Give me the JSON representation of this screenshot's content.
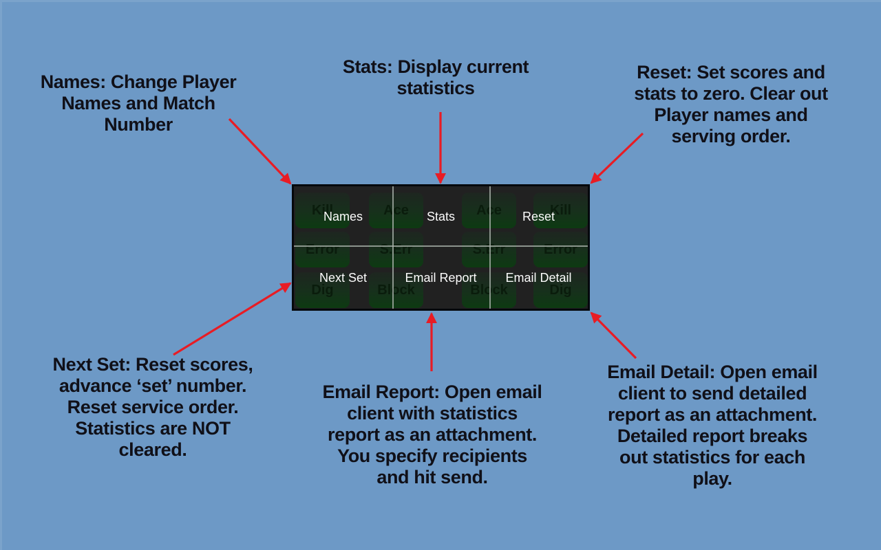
{
  "colors": {
    "background": "#6d99c6",
    "arrow_red": "#e81c24",
    "annotation_text": "#101018",
    "panel_background": "#212121",
    "panel_border": "#05080c",
    "divider": "#a9b2aa",
    "menu_label": "#fcfcfc",
    "ghost_button_text": "#0a1c0c"
  },
  "menu": {
    "items": [
      {
        "id": "names",
        "label": "Names"
      },
      {
        "id": "stats",
        "label": "Stats"
      },
      {
        "id": "reset",
        "label": "Reset"
      },
      {
        "id": "next_set",
        "label": "Next Set"
      },
      {
        "id": "email_report",
        "label": "Email Report"
      },
      {
        "id": "email_detail",
        "label": "Email Detail"
      }
    ]
  },
  "ghost_buttons": {
    "rows": [
      [
        "Kill",
        "Ace",
        "Ace",
        "Kill"
      ],
      [
        "Error",
        "S.Err",
        "S.Err",
        "Error"
      ],
      [
        "Dig",
        "Block",
        "Block",
        "Dig"
      ]
    ]
  },
  "annotations": {
    "names": {
      "lines": [
        "Names: Change Player",
        "Names and Match",
        "Number"
      ]
    },
    "stats": {
      "lines": [
        "Stats: Display current",
        "statistics"
      ]
    },
    "reset": {
      "lines": [
        "Reset: Set scores and",
        "stats to zero. Clear out",
        "Player names and",
        "serving order."
      ]
    },
    "next_set": {
      "lines": [
        "Next Set: Reset scores,",
        "advance ‘set’ number.",
        "Reset service order.",
        "Statistics are NOT",
        "cleared."
      ]
    },
    "email_report": {
      "lines": [
        "Email Report: Open email",
        "client with statistics",
        "report as an attachment.",
        "You specify recipients",
        "and hit send."
      ]
    },
    "email_detail": {
      "lines": [
        "Email Detail: Open email",
        "client to send detailed",
        "report as an attachment.",
        "Detailed report breaks",
        "out statistics for each",
        "play."
      ]
    }
  }
}
